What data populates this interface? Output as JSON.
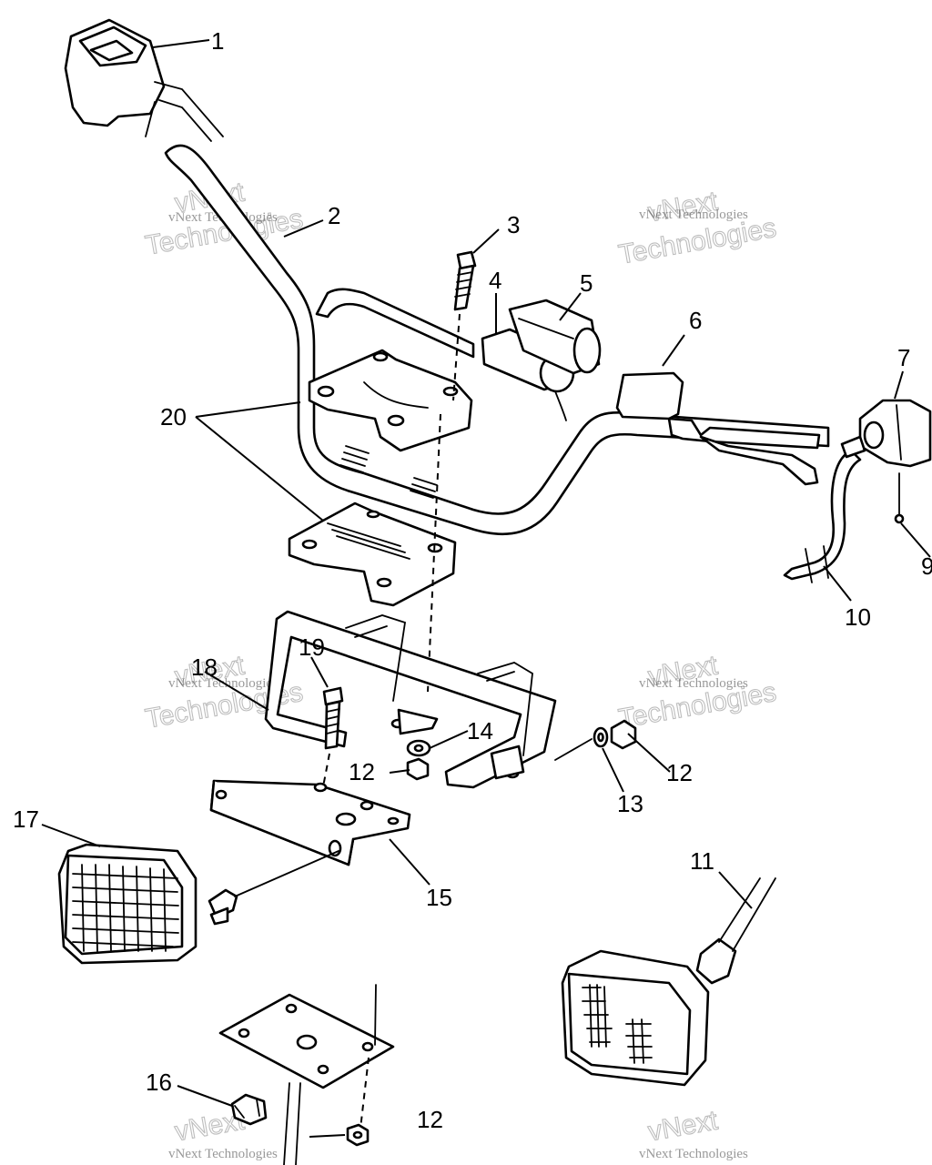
{
  "callouts": {
    "c1": "1",
    "c2": "2",
    "c3": "3",
    "c4": "4",
    "c5": "5",
    "c6": "6",
    "c7": "7",
    "c9": "9",
    "c10": "10",
    "c11": "11",
    "c12a": "12",
    "c12b": "12",
    "c12c": "12",
    "c13": "13",
    "c14": "14",
    "c15": "15",
    "c16": "16",
    "c17": "17",
    "c18": "18",
    "c19": "19",
    "c20": "20"
  },
  "watermark": {
    "brand": "vNext Technologies",
    "word1": "vNext",
    "word2": "Technologies"
  }
}
